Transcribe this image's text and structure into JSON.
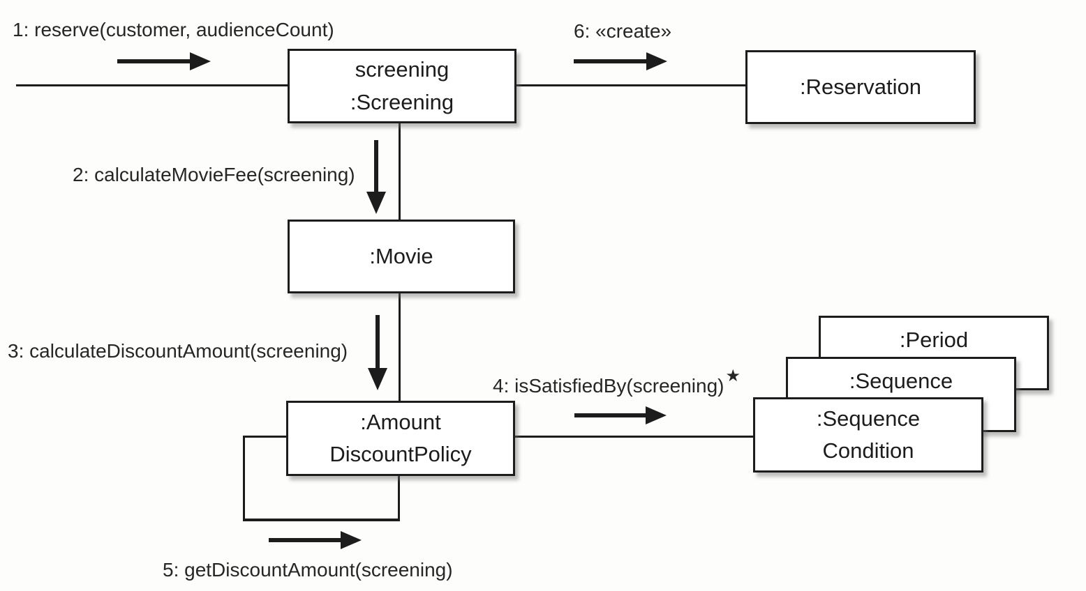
{
  "diagram": {
    "type": "uml-communication-diagram",
    "colors": {
      "ink": "#1c1c1c",
      "paper": "#fdfdfc",
      "box_fill": "#ffffff",
      "shadow": "#6e6e6e"
    },
    "objects": {
      "screening": {
        "line1": "screening",
        "line2": ":Screening"
      },
      "reservation": {
        "label": ":Reservation"
      },
      "movie": {
        "label": ":Movie"
      },
      "amount_discount_policy": {
        "line1": ":Amount",
        "line2": "DiscountPolicy"
      },
      "period": {
        "label": ":Period"
      },
      "sequence": {
        "label": ":Sequence"
      },
      "sequence_condition": {
        "line1": ":Sequence",
        "line2": "Condition"
      }
    },
    "messages": {
      "m1": {
        "label": "1: reserve(customer, audienceCount)"
      },
      "m2": {
        "label": "2: calculateMovieFee(screening)"
      },
      "m3": {
        "label": "3: calculateDiscountAmount(screening)"
      },
      "m4": {
        "label": "4: isSatisfiedBy(screening)",
        "iteration_marker": "★"
      },
      "m5": {
        "label": "5: getDiscountAmount(screening)"
      },
      "m6": {
        "label": "6: «create»"
      }
    }
  }
}
